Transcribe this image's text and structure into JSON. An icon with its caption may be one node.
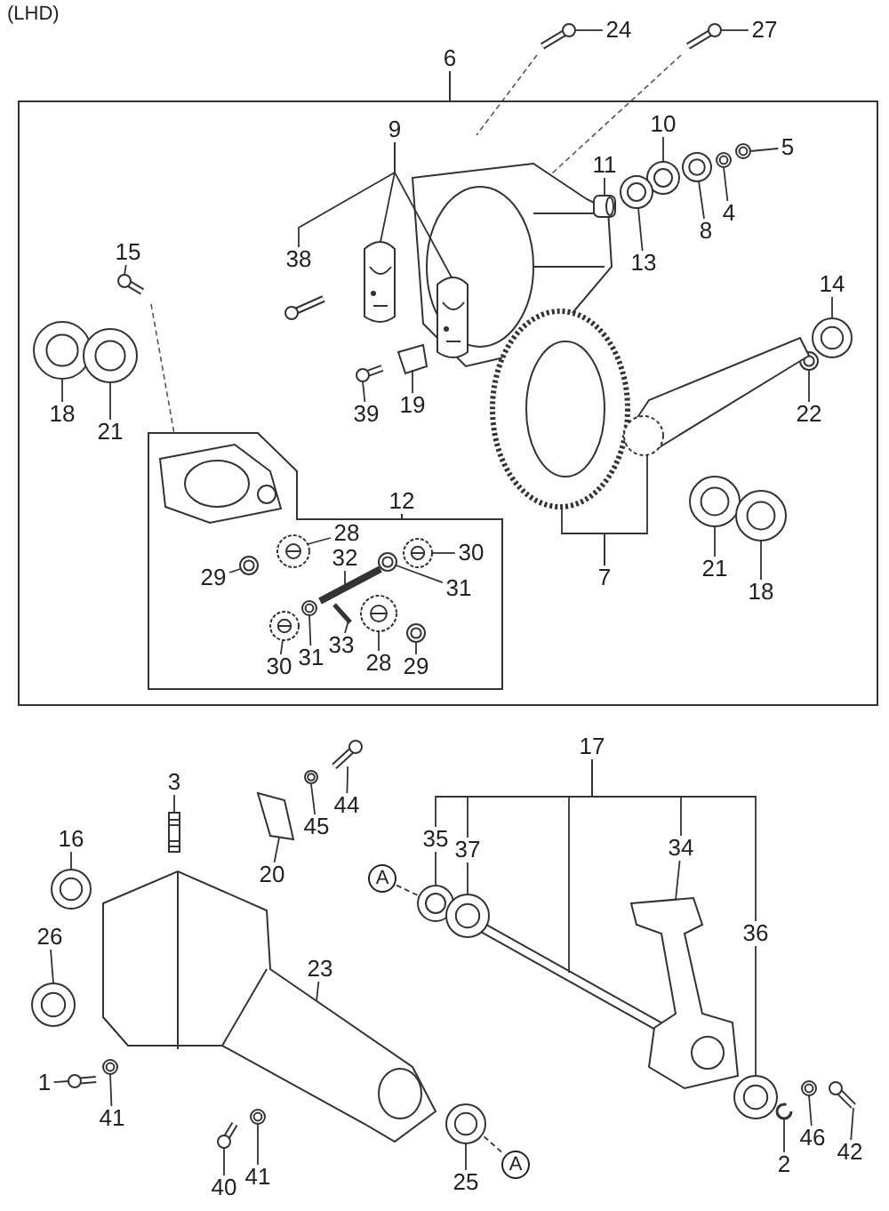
{
  "diagram": {
    "nodes": [
      {
        "text": [
          "6"
        ]
      },
      {
        "text": [
          "24"
        ]
      },
      {
        "text": [
          "27"
        ]
      },
      {
        "text": [
          "9"
        ],
        "in": 0
      },
      {
        "text": [
          "10"
        ],
        "in": 0
      },
      {
        "text": [
          "5"
        ],
        "in": 0
      },
      {
        "text": [
          "11"
        ],
        "in": 0
      },
      {
        "text": [
          "38"
        ],
        "in": 0
      },
      {
        "text": [
          "4"
        ],
        "in": 0
      },
      {
        "text": [
          "8"
        ],
        "in": 0
      },
      {
        "text": [
          "13"
        ],
        "in": 0
      },
      {
        "text": [
          "15"
        ],
        "in": 0
      },
      {
        "text": [
          "14"
        ],
        "in": 0
      },
      {
        "text": [
          "18"
        ],
        "in": 0
      },
      {
        "text": [
          "21"
        ],
        "in": 0
      },
      {
        "text": [
          "39"
        ],
        "in": 0
      },
      {
        "text": [
          "19"
        ],
        "in": 0
      },
      {
        "text": [
          "22"
        ],
        "in": 0
      },
      {
        "text": [
          "12"
        ],
        "in": 0
      },
      {
        "text": [
          "28"
        ],
        "in": 18
      },
      {
        "text": [
          "30"
        ],
        "in": 18
      },
      {
        "text": [
          "29"
        ],
        "in": 18
      },
      {
        "text": [
          "32"
        ],
        "in": 18
      },
      {
        "text": [
          "31"
        ],
        "in": 18
      },
      {
        "text": [
          "33"
        ],
        "in": 18
      },
      {
        "text": [
          "30"
        ],
        "in": 18
      },
      {
        "text": [
          "31"
        ],
        "in": 18
      },
      {
        "text": [
          "28"
        ],
        "in": 18
      },
      {
        "text": [
          "29"
        ],
        "in": 18
      },
      {
        "text": [
          "7"
        ],
        "in": 0
      },
      {
        "text": [
          "21"
        ],
        "in": 0
      },
      {
        "text": [
          "18"
        ],
        "in": 0
      },
      {
        "text": [
          "3"
        ]
      },
      {
        "text": [
          "17"
        ]
      },
      {
        "text": [
          "45"
        ]
      },
      {
        "text": [
          "44"
        ]
      },
      {
        "text": [
          "16"
        ]
      },
      {
        "text": [
          "20"
        ]
      },
      {
        "text": [
          "35"
        ]
      },
      {
        "text": [
          "37"
        ]
      },
      {
        "text": [
          "34"
        ]
      },
      {
        "text": [
          "A"
        ]
      },
      {
        "text": [
          "36"
        ]
      },
      {
        "text": [
          "26"
        ]
      },
      {
        "text": [
          "23"
        ]
      },
      {
        "text": [
          "1"
        ]
      },
      {
        "text": [
          "41"
        ]
      },
      {
        "text": [
          "40"
        ]
      },
      {
        "text": [
          "41"
        ]
      },
      {
        "text": [
          "25"
        ]
      },
      {
        "text": [
          "A"
        ]
      },
      {
        "text": [
          "2"
        ]
      },
      {
        "text": [
          "46"
        ]
      },
      {
        "text": [
          "42"
        ]
      },
      {
        "text": [],
        "shape": "picture"
      },
      {
        "text": [],
        "shape": "picture"
      },
      {
        "text": [],
        "shape": "picture",
        "in": 0
      },
      {
        "text": [],
        "shape": "picture",
        "in": 0
      },
      {
        "text": [],
        "shape": "picture",
        "in": 0
      },
      {
        "text": [],
        "shape": "picture",
        "in": 0
      },
      {
        "text": [],
        "shape": "picture",
        "in": 0
      },
      {
        "text": [],
        "shape": "picture",
        "in": 0
      },
      {
        "text": [],
        "shape": "picture",
        "in": 0
      },
      {
        "text": [],
        "shape": "picture",
        "in": 0
      },
      {
        "text": [],
        "shape": "picture",
        "in": 0
      },
      {
        "text": [],
        "shape": "picture",
        "in": 0
      },
      {
        "text": [],
        "shape": "picture",
        "in": 0
      },
      {
        "text": [],
        "shape": "picture",
        "in": 0
      },
      {
        "text": [],
        "shape": "picture",
        "in": 0
      },
      {
        "text": [],
        "shape": "picture",
        "in": 0
      },
      {
        "text": [],
        "shape": "picture",
        "in": 0
      },
      {
        "text": [],
        "shape": "picture",
        "in": 0
      },
      {
        "text": [],
        "shape": "picture",
        "in": 18
      },
      {
        "text": [],
        "shape": "picture",
        "in": 18
      },
      {
        "text": [],
        "shape": "picture",
        "in": 18
      },
      {
        "text": [],
        "shape": "picture",
        "in": 18
      },
      {
        "text": [],
        "shape": "picture",
        "in": 18
      },
      {
        "text": [],
        "shape": "picture",
        "in": 18
      },
      {
        "text": [],
        "shape": "picture",
        "in": 18
      },
      {
        "text": [],
        "shape": "picture",
        "in": 18
      },
      {
        "text": [],
        "shape": "picture",
        "in": 18
      },
      {
        "text": [],
        "shape": "picture",
        "in": 18
      },
      {
        "text": [],
        "shape": "picture",
        "in": 0
      },
      {
        "text": [],
        "shape": "picture",
        "in": 0
      },
      {
        "text": [],
        "shape": "picture",
        "in": 0
      },
      {
        "text": [],
        "shape": "picture",
        "in": 0
      },
      {
        "text": [],
        "shape": "picture"
      },
      {
        "text": [],
        "shape": "picture"
      },
      {
        "text": [],
        "shape": "picture"
      },
      {
        "text": [],
        "shape": "picture"
      },
      {
        "text": [],
        "shape": "picture"
      },
      {
        "text": [],
        "shape": "picture"
      },
      {
        "text": [],
        "shape": "picture"
      },
      {
        "text": [],
        "shape": "picture"
      },
      {
        "text": [],
        "shape": "picture"
      },
      {
        "text": [],
        "shape": "picture"
      },
      {
        "text": [],
        "shape": "picture"
      },
      {
        "text": [],
        "shape": "picture"
      },
      {
        "text": [],
        "shape": "picture"
      },
      {
        "text": [],
        "shape": "picture"
      },
      {
        "text": [],
        "shape": "picture"
      },
      {
        "text": [],
        "shape": "picture"
      },
      {
        "text": [],
        "shape": "picture"
      },
      {
        "text": [],
        "shape": "picture"
      },
      {
        "text": [],
        "shape": "picture"
      },
      {
        "text": [],
        "shape": "picture"
      }
    ],
    "edges": [
      {
        "from": 1,
        "to": 54,
        "arrow": "none"
      },
      {
        "from": 2,
        "to": 55,
        "arrow": "none"
      },
      {
        "from": 3,
        "to": 7,
        "arrow": "none"
      },
      {
        "from": 3,
        "to": 56,
        "arrow": "none"
      },
      {
        "from": 3,
        "to": 57,
        "arrow": "none"
      },
      {
        "from": 4,
        "to": 58,
        "arrow": "none"
      },
      {
        "from": 5,
        "to": 59,
        "arrow": "none"
      },
      {
        "from": 6,
        "to": 60,
        "arrow": "none"
      },
      {
        "from": 8,
        "to": 62,
        "arrow": "none"
      },
      {
        "from": 9,
        "to": 63,
        "arrow": "none"
      },
      {
        "from": 10,
        "to": 64,
        "arrow": "none"
      },
      {
        "from": 11,
        "to": 65,
        "arrow": "none"
      },
      {
        "from": 12,
        "to": 66,
        "arrow": "none"
      },
      {
        "from": 13,
        "to": 67,
        "arrow": "none"
      },
      {
        "from": 14,
        "to": 68,
        "arrow": "none"
      },
      {
        "from": 15,
        "to": 69,
        "arrow": "none"
      },
      {
        "from": 16,
        "to": 70,
        "arrow": "none"
      },
      {
        "from": 17,
        "to": 71,
        "arrow": "none"
      },
      {
        "from": 19,
        "to": 72,
        "arrow": "none"
      },
      {
        "from": 20,
        "to": 73,
        "arrow": "none"
      },
      {
        "from": 21,
        "to": 74,
        "arrow": "none"
      },
      {
        "from": 22,
        "to": 75,
        "arrow": "none"
      },
      {
        "from": 23,
        "to": 76,
        "arrow": "none"
      },
      {
        "from": 24,
        "to": 77,
        "arrow": "none"
      },
      {
        "from": 25,
        "to": 78,
        "arrow": "none"
      },
      {
        "from": 26,
        "to": 79,
        "arrow": "none"
      },
      {
        "from": 27,
        "to": 80,
        "arrow": "none"
      },
      {
        "from": 28,
        "to": 81,
        "arrow": "none"
      },
      {
        "from": 29,
        "to": 82,
        "arrow": "none"
      },
      {
        "from": 29,
        "to": 83,
        "arrow": "none"
      },
      {
        "from": 30,
        "to": 84,
        "arrow": "none"
      },
      {
        "from": 31,
        "to": 85,
        "arrow": "none"
      },
      {
        "from": 32,
        "to": 86,
        "arrow": "none"
      },
      {
        "from": 33,
        "to": 38,
        "arrow": "none"
      },
      {
        "from": 33,
        "to": 39,
        "arrow": "none"
      },
      {
        "from": 33,
        "to": 87,
        "arrow": "none"
      },
      {
        "from": 33,
        "to": 40,
        "arrow": "none"
      },
      {
        "from": 33,
        "to": 42,
        "arrow": "none"
      },
      {
        "from": 34,
        "to": 88,
        "arrow": "none"
      },
      {
        "from": 35,
        "to": 89,
        "arrow": "none"
      },
      {
        "from": 36,
        "to": 90,
        "arrow": "none"
      },
      {
        "from": 37,
        "to": 91,
        "arrow": "none"
      },
      {
        "from": 38,
        "to": 92,
        "arrow": "none"
      },
      {
        "from": 39,
        "to": 93,
        "arrow": "none"
      },
      {
        "from": 40,
        "to": 94,
        "arrow": "none"
      },
      {
        "from": 41,
        "to": 92,
        "arrow": "none",
        "style": "dashed"
      },
      {
        "from": 42,
        "to": 95,
        "arrow": "none"
      },
      {
        "from": 43,
        "to": 96,
        "arrow": "none"
      },
      {
        "from": 44,
        "to": 97,
        "arrow": "none"
      },
      {
        "from": 45,
        "to": 98,
        "arrow": "none"
      },
      {
        "from": 46,
        "to": 99,
        "arrow": "none"
      },
      {
        "from": 47,
        "to": 100,
        "arrow": "none"
      },
      {
        "from": 48,
        "to": 101,
        "arrow": "none"
      },
      {
        "from": 49,
        "to": 102,
        "arrow": "none"
      },
      {
        "from": 50,
        "to": 102,
        "arrow": "none",
        "style": "dashed"
      },
      {
        "from": 51,
        "to": 103,
        "arrow": "none"
      },
      {
        "from": 52,
        "to": 104,
        "arrow": "none"
      },
      {
        "from": 53,
        "to": 105,
        "arrow": "none"
      }
    ],
    "labels": [
      "(LHD)"
    ]
  }
}
